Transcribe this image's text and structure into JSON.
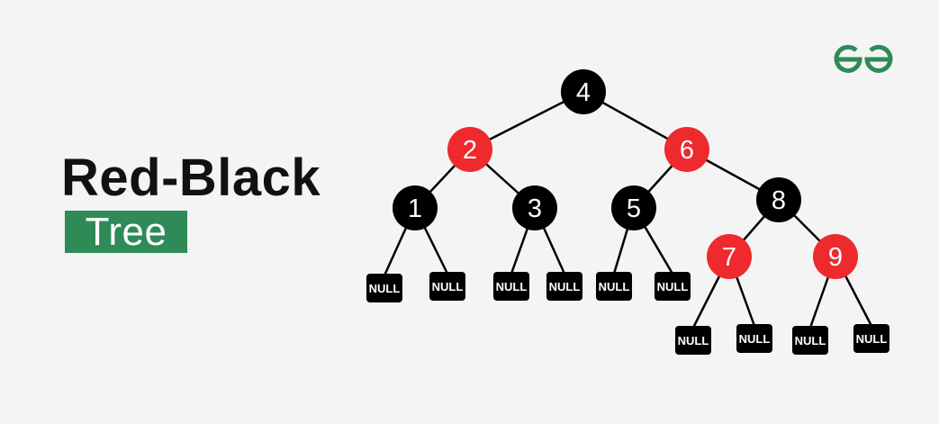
{
  "title": {
    "line1": "Red-Black",
    "line2": "Tree"
  },
  "logo": {
    "icon": "geeksforgeeks-logo",
    "color": "#2e8b57"
  },
  "colors": {
    "background": "#f4f4f4",
    "black_node": "#000000",
    "red_node": "#ee2a2e",
    "accent": "#2e8b57",
    "text_on_node": "#ffffff"
  },
  "tree": {
    "nodes": [
      {
        "id": "n4",
        "label": "4",
        "color": "black"
      },
      {
        "id": "n2",
        "label": "2",
        "color": "red"
      },
      {
        "id": "n6",
        "label": "6",
        "color": "red"
      },
      {
        "id": "n1",
        "label": "1",
        "color": "black"
      },
      {
        "id": "n3",
        "label": "3",
        "color": "black"
      },
      {
        "id": "n5",
        "label": "5",
        "color": "black"
      },
      {
        "id": "n8",
        "label": "8",
        "color": "black"
      },
      {
        "id": "n7",
        "label": "7",
        "color": "red"
      },
      {
        "id": "n9",
        "label": "9",
        "color": "red"
      }
    ],
    "null_label": "NULL",
    "edges": [
      [
        "n4",
        "n2"
      ],
      [
        "n4",
        "n6"
      ],
      [
        "n2",
        "n1"
      ],
      [
        "n2",
        "n3"
      ],
      [
        "n6",
        "n5"
      ],
      [
        "n6",
        "n8"
      ],
      [
        "n8",
        "n7"
      ],
      [
        "n8",
        "n9"
      ]
    ]
  }
}
